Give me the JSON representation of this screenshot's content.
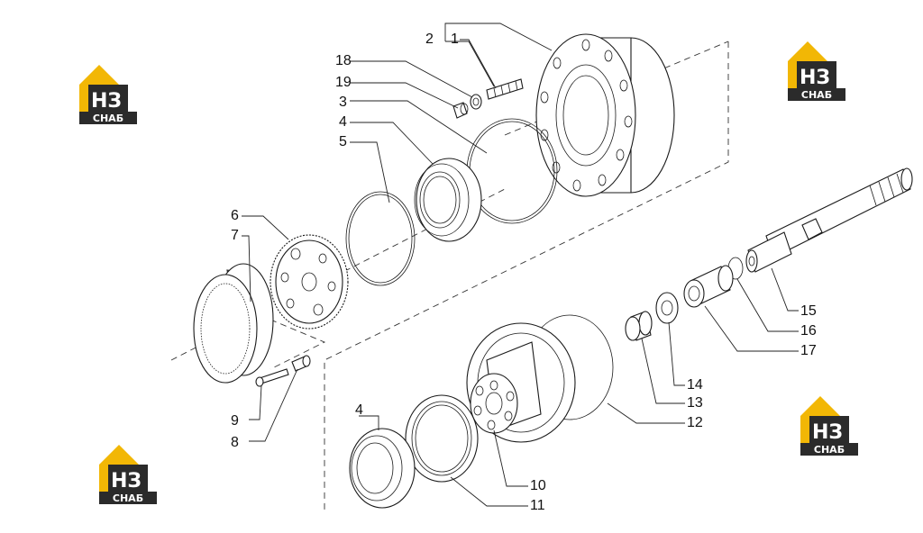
{
  "brand": {
    "logo_mark": "НЗ",
    "logo_word": "СНАБ",
    "colors": {
      "yellow": "#F2B705",
      "dark": "#2B2B2B",
      "white": "#FFFFFF"
    }
  },
  "callouts": {
    "c1": "1",
    "c2": "2",
    "c3": "3",
    "c4a": "4",
    "c4b": "4",
    "c5": "5",
    "c6": "6",
    "c7": "7",
    "c8": "8",
    "c9": "9",
    "c10": "10",
    "c11": "11",
    "c12": "12",
    "c13": "13",
    "c14": "14",
    "c15": "15",
    "c16": "16",
    "c17": "17",
    "c18": "18",
    "c19": "19"
  }
}
